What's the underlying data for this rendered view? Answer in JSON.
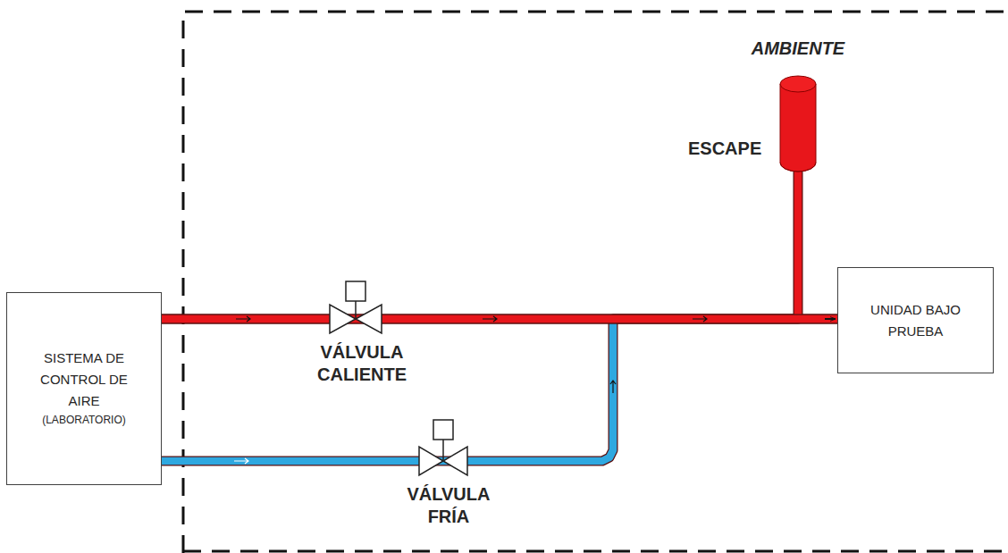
{
  "diagram": {
    "nodes": [
      {
        "text": [
          "SISTEMA DE CONTROL DE AIRE",
          "(LABORATORIO)"
        ]
      },
      {
        "text": [
          "UNIDAD BAJO PRUEBA"
        ]
      },
      {
        "text": [
          "ESCAPE"
        ]
      }
    ],
    "edges": [
      {
        "from": 0,
        "to": 2,
        "arrow": "none"
      },
      {
        "from": 0,
        "to": 1,
        "arrow": "to"
      },
      {
        "from": 0,
        "to": 1,
        "arrow": "to"
      }
    ],
    "labels": [
      "AMBIENTE",
      "VÁLVULA CALIENTE",
      "VÁLVULA FRÍA"
    ]
  }
}
